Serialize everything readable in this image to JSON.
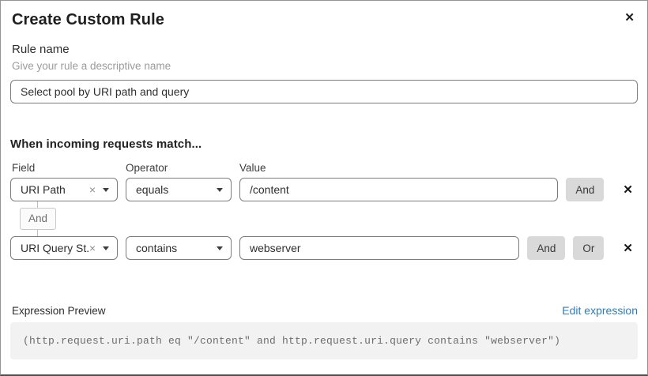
{
  "dialog": {
    "title": "Create Custom Rule"
  },
  "icons": {
    "close": "✕",
    "remove_row": "✕",
    "clear_selection": "×",
    "caret": "dropdown-caret-down"
  },
  "rule_name": {
    "label": "Rule name",
    "helper": "Give your rule a descriptive name",
    "value": "Select pool by URI path and query"
  },
  "match": {
    "heading": "When incoming requests match...",
    "columns": {
      "field": "Field",
      "operator": "Operator",
      "value": "Value"
    },
    "connector": "And",
    "rows": [
      {
        "field": "URI Path",
        "operator": "equals",
        "value": "/content",
        "buttons": [
          "And"
        ]
      },
      {
        "field": "URI Query St...",
        "operator": "contains",
        "value": "webserver",
        "buttons": [
          "And",
          "Or"
        ]
      }
    ]
  },
  "preview": {
    "label": "Expression Preview",
    "edit_link": "Edit expression",
    "expression": "(http.request.uri.path eq \"/content\" and http.request.uri.query contains \"webserver\")"
  },
  "colors": {
    "link_blue": "#2f7cb5",
    "join_button_bg": "#d9d9d9",
    "input_border": "#7d7d7d",
    "code_bg": "#f2f2f2",
    "helper_gray": "#9b9b9b"
  }
}
